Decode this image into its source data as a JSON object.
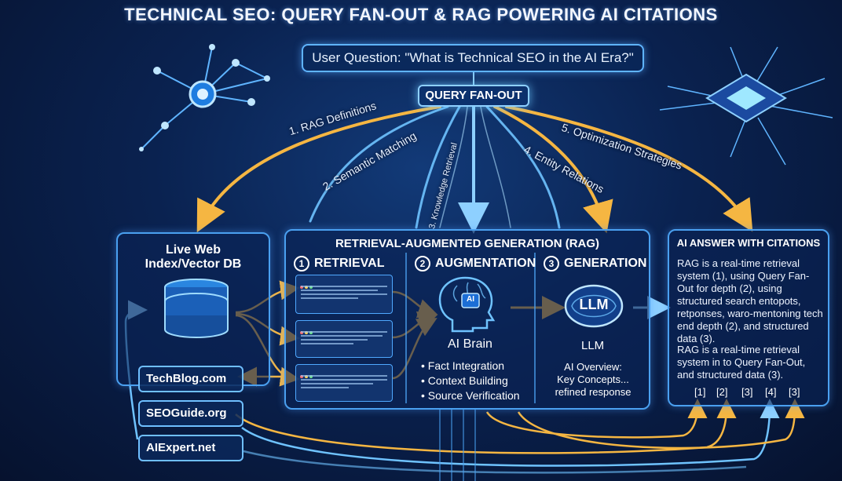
{
  "title": "TECHNICAL SEO: QUERY FAN-OUT & RAG POWERING AI CITATIONS",
  "question": "User Question: \"What is Technical SEO in the AI Era?\"",
  "fanout": "QUERY FAN-OUT",
  "branches": [
    "1. RAG Definitions",
    "2. Semantic Matching",
    "3. Knowledge Retrieval",
    "4. Entity Relations",
    "5. Optimization Strategies"
  ],
  "left_panel": {
    "title_line1": "Live Web",
    "title_line2": "Index/Vector DB",
    "sites": [
      "TechBlog.com",
      "SEOGuide.org",
      "AIExpert.net"
    ]
  },
  "rag": {
    "title": "RETRIEVAL-AUGMENTED GENERATION (RAG)",
    "retrieval": {
      "num": "1",
      "label": "RETRIEVAL"
    },
    "augmentation": {
      "num": "2",
      "label": "AUGMENTATION",
      "brain_badge": "AI",
      "brain_label": "AI Brain",
      "items": [
        "Fact Integration",
        "Context Building",
        "Source Verification"
      ]
    },
    "generation": {
      "num": "3",
      "label": "GENERATION",
      "llm_badge": "LLM",
      "llm_label": "LLM",
      "overview_line1": "AI Overview:",
      "overview_line2": "Key Concepts...",
      "overview_line3": "refined response"
    }
  },
  "answer": {
    "title": "AI ANSWER WITH CITATIONS",
    "para1": "RAG is a real-time retrieval system (1), using Query Fan-Out for depth (2), using structured search entopots, retponses, waro-mentoning tech end depth (2), and structured data (3).",
    "para2": "RAG is a real-time retrieval system in to Query Fan-Out, and structured data (3).",
    "citations": [
      "[1]",
      "[2]",
      "[3]",
      "[4]",
      "[3]"
    ]
  },
  "colors": {
    "accent_blue": "#4aa0f0",
    "glow_cyan": "#8ed0ff",
    "arrow_gold": "#f5b642",
    "background": "#0a2250"
  }
}
